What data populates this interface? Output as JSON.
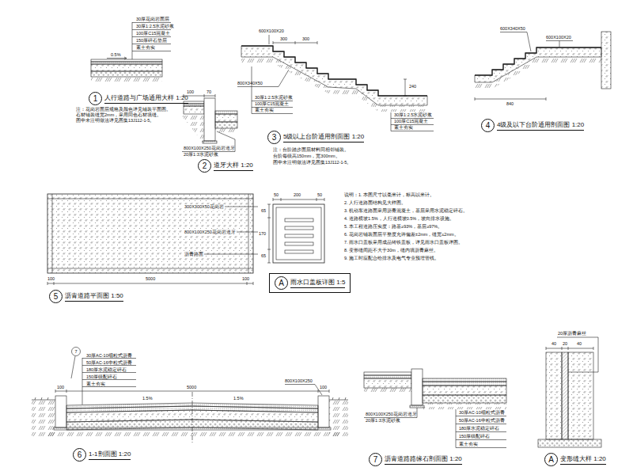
{
  "diagram": {
    "nodes": [
      {
        "text": [
          "1",
          "人行道路与广场通用大样 1:20"
        ]
      },
      {
        "text": [
          "2",
          "道牙大样 1:20"
        ]
      },
      {
        "text": [
          "3",
          "5级以上台阶通用剖面图 1:20"
        ]
      },
      {
        "text": [
          "4",
          "4级及以下台阶通用剖面图 1:20"
        ]
      },
      {
        "text": [
          "5",
          "沥青道路平面图 1:50"
        ]
      },
      {
        "text": [
          "A",
          "雨水口盖板详图 1:5"
        ]
      },
      {
        "text": [
          "6",
          "1-1剖面图 1:20"
        ]
      },
      {
        "text": [
          "7",
          "沥青道路路缘石剖面图 1:20"
        ]
      },
      {
        "text": [
          "A",
          "变形缝大样 1:20"
        ]
      }
    ],
    "labels": [
      "30厚花岗岩面层",
      "30厚1:2.5水泥砂浆",
      "100厚C15混凝土",
      "150厚碎石垫层",
      "素土夯实",
      "0.5%",
      "注：花岗岩面层规格及颜色详见铺装平面图。",
      "石材铺装缝宽2mm，采用同色石材填缝。",
      "图中未注明做法详见图集13J112-1-5。",
      "100",
      "70",
      "800X100X250花岗岩道牙",
      "20厚1:3水泥砂浆",
      "600X100X20",
      "300",
      "300",
      "800X340X50",
      "240",
      "30厚1:2.5水泥砂浆",
      "100厚C15混凝土",
      "素土夯实",
      "30厚1:2.5水泥砂浆",
      "100厚C15混凝土",
      "素土夯实",
      "注：台阶踏步面层材料同相邻铺装。",
      "台阶每级高150mm，宽300mm。",
      "图中未注明做法详见图集13J112-1-5。",
      "600X340X50",
      "600X100X20",
      "840",
      "300X300X50花岗岩",
      "800X100X250花岗岩道牙",
      "沥青路面",
      "100",
      "5000",
      "100",
      "50",
      "200",
      "50",
      "65",
      "170",
      "65",
      "说明：1. 本图尺寸以毫米计，标高以米计。",
      "2. 人行道路面结构见大样图。",
      "3. 机动车道路面采用沥青混凝土，基层采用水泥稳定碎石。",
      "4. 道路横坡1.5%，人行道横坡0.5%，坡向排水设施。",
      "5. 本工程道路压实度：路基≥93%，基层≥97%。",
      "6. 花岗岩铺装面层平整度允许偏差±2mm，缝宽≤2mm。",
      "7. 雨水口盖板采用成品铸铁盖板，详见雨水口盖板详图。",
      "8. 变形缝间距不大于30m，缝内填沥青麻丝。",
      "9. 施工时应配合给排水及电气专业预埋管线。",
      "7",
      "30厚AC-10细粒式沥青",
      "50厚AC-16中粒式沥青",
      "180厚水泥稳定碎石",
      "150厚级配碎石",
      "素土夯实",
      "100",
      "5000",
      "100",
      "1.5%",
      "1.5%",
      "800X100X250",
      "800X100X250花岗岩道牙",
      "20厚1:3水泥砂浆",
      "30厚AC-10细粒式沥青",
      "50厚AC-16中粒式沥青",
      "180厚水泥稳定碎石",
      "150厚级配碎石",
      "素土夯实",
      "20厚沥青麻丝",
      "40",
      "20",
      "40"
    ]
  }
}
